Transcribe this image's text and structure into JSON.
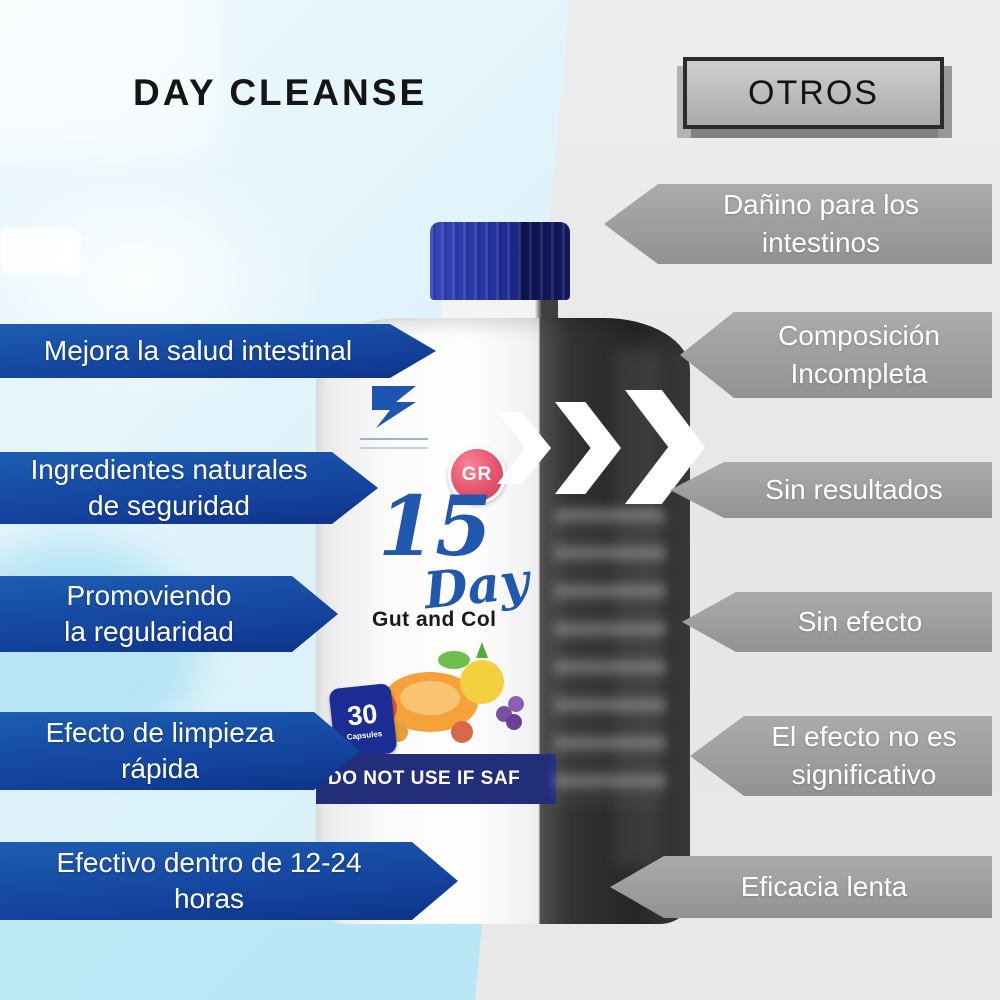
{
  "left": {
    "title": "DAY CLEANSE",
    "benefits": [
      {
        "text": "Mejora la salud intestinal"
      },
      {
        "text": "Ingredientes naturales\nde seguridad"
      },
      {
        "text": "Promoviendo\nla regularidad"
      },
      {
        "text": "Efecto de limpieza\nrápida"
      },
      {
        "text": "Efectivo dentro de 12-24\nhoras"
      }
    ]
  },
  "right": {
    "title": "OTROS",
    "drawbacks": [
      {
        "text": "Dañino para los\nintestinos"
      },
      {
        "text": "Composición\nIncompleta"
      },
      {
        "text": "Sin resultados"
      },
      {
        "text": "Sin efecto"
      },
      {
        "text": "El efecto no es\nsignificativo"
      },
      {
        "text": "Eficacia lenta"
      }
    ]
  },
  "bottle": {
    "logo": "GR",
    "number": "15",
    "script_word": "Day",
    "subtitle": "Gut and Col",
    "count": "30",
    "count_unit": "Capsules",
    "warning": "DO NOT USE IF SAF"
  },
  "icons": {
    "fast_forward_chevrons": "»»»",
    "brand_emblem": "blue-flag-emblem",
    "fruits": "fruit-cluster-illustration"
  },
  "colors": {
    "benefit_banner": "#13409a",
    "drawback_banner": "#9a9a9a",
    "background_left": "#d9f1fa",
    "background_right": "#e9e9e9",
    "cap_blue": "#1f2a96",
    "label_blue": "#2257ae",
    "badge_red": "#e2506a",
    "warning_band": "#232e7a",
    "otros_box": "#b5b5b5"
  }
}
